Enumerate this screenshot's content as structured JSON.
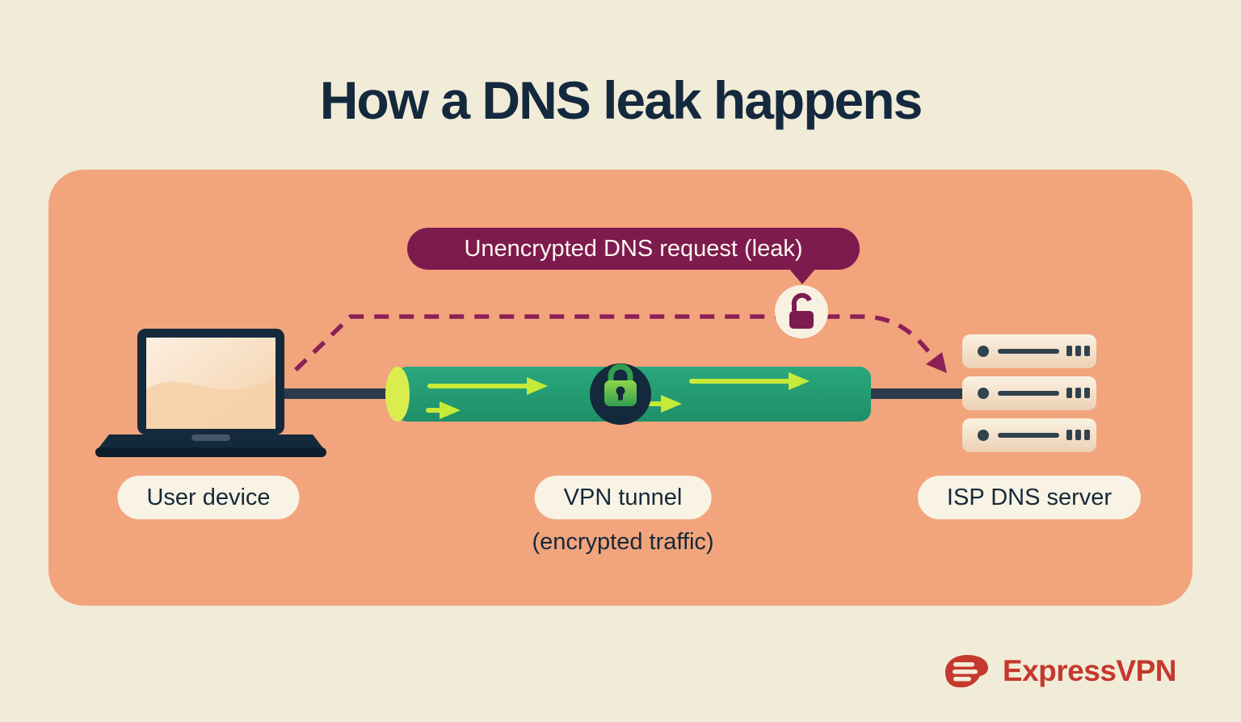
{
  "title": "How a DNS leak happens",
  "badge": {
    "label": "Unencrypted DNS request (leak)"
  },
  "labels": {
    "user_device": "User device",
    "vpn_tunnel": "VPN tunnel",
    "encrypted_traffic": "(encrypted traffic)",
    "isp_dns_server": "ISP DNS server"
  },
  "icons": {
    "leak_lock": "open-padlock-icon",
    "tunnel_lock": "closed-padlock-icon",
    "brand_mark": "expressvpn-logo-icon"
  },
  "brand": {
    "name": "ExpressVPN"
  },
  "colors": {
    "background": "#f1ecd8",
    "panel": "#f2a47c",
    "title_text": "#14293e",
    "badge_bg": "#7d1b4f",
    "leak_line": "#8c2056",
    "tunnel_green": "#259c73",
    "arrow_green": "#c6ea38",
    "tunnel_opening": "#d9ee4e",
    "device_navy": "#14293c",
    "label_pill_bg": "#f8f3e4",
    "brand_red": "#c5382d"
  }
}
